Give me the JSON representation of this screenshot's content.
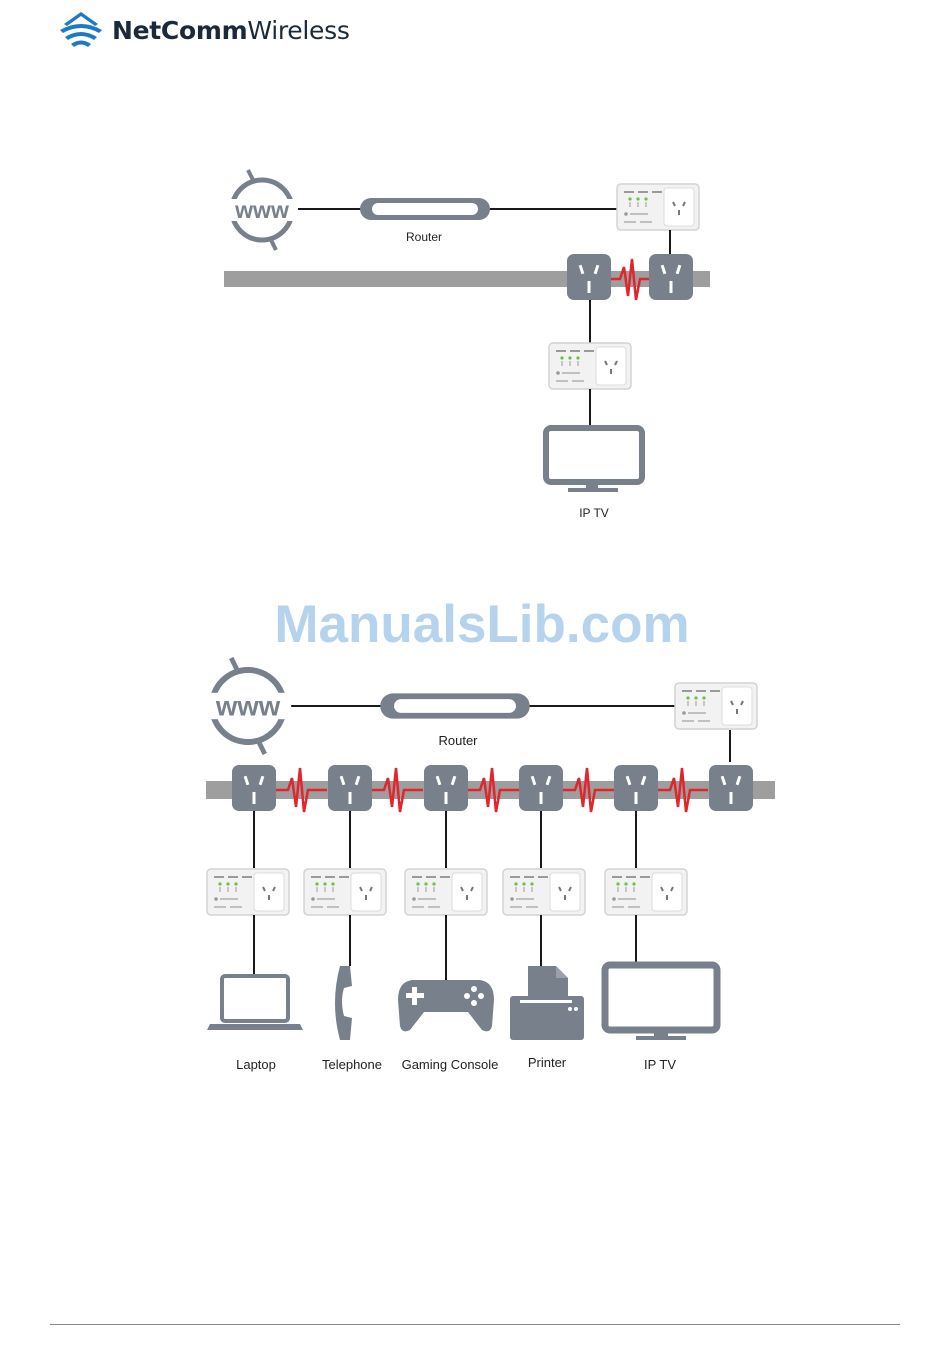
{
  "header": {
    "brand_bold": "NetComm",
    "brand_regular": "Wireless"
  },
  "watermark": "ManualsLib.com",
  "diagram_top": {
    "internet_label": "www",
    "router_label": "Router",
    "device_label": "IP TV"
  },
  "diagram_bottom": {
    "internet_label": "www",
    "router_label": "Router",
    "devices": [
      {
        "label": "Laptop",
        "icon": "laptop-icon"
      },
      {
        "label": "Telephone",
        "icon": "telephone-icon"
      },
      {
        "label": "Gaming Console",
        "icon": "gamepad-icon"
      },
      {
        "label": "Printer",
        "icon": "printer-icon"
      },
      {
        "label": "IP TV",
        "icon": "tv-icon"
      }
    ]
  },
  "colors": {
    "icon_grey": "#77808b",
    "powerline": "#9e9e9e",
    "signal_red": "#e0262b",
    "brand_blue": "#1e78c8",
    "watermark_blue": "#b6d3ee"
  }
}
